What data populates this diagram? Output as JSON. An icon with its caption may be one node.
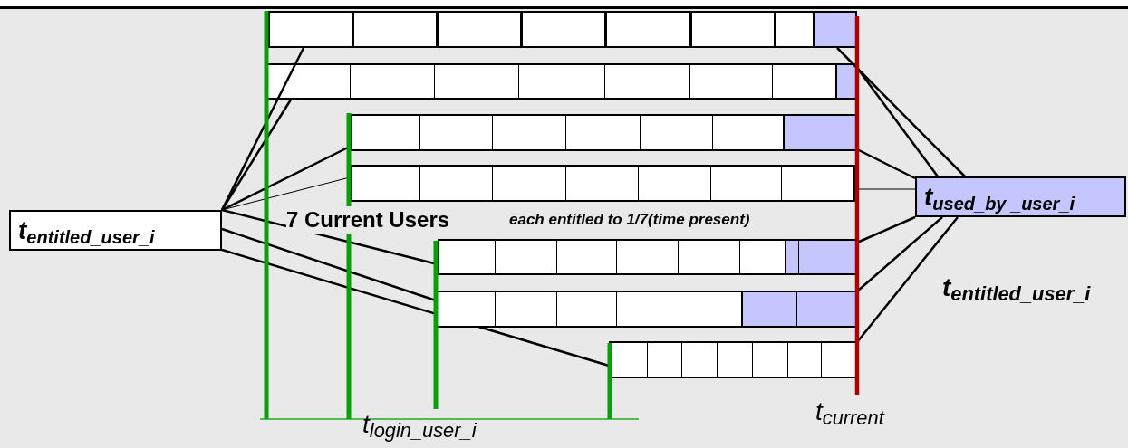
{
  "diagram": {
    "nodes": [
      {
        "text": [
          "t$_{entitled_user_i}$"
        ]
      },
      {
        "text": [
          "t$_{used_by _user_i}$"
        ]
      },
      {
        "text": [],
        "shape": "bar"
      },
      {
        "text": [],
        "shape": "bar"
      },
      {
        "text": [],
        "shape": "bar"
      },
      {
        "text": [],
        "shape": "bar"
      },
      {
        "text": [],
        "shape": "bar"
      },
      {
        "text": [],
        "shape": "bar"
      },
      {
        "text": [],
        "shape": "bar"
      },
      {
        "text": [],
        "shape": "bar",
        "in": 2
      },
      {
        "text": [],
        "shape": "bar",
        "in": 3
      },
      {
        "text": [],
        "shape": "bar",
        "in": 4
      },
      {
        "text": [],
        "shape": "bar",
        "in": 6
      },
      {
        "text": [],
        "shape": "bar",
        "in": 7
      }
    ],
    "edges": [
      {
        "from": 0,
        "to": 2,
        "arrow": "none"
      },
      {
        "from": 0,
        "to": 3,
        "arrow": "none"
      },
      {
        "from": 0,
        "to": 4,
        "arrow": "none"
      },
      {
        "from": 0,
        "to": 5,
        "arrow": "none"
      },
      {
        "from": 0,
        "to": 6,
        "arrow": "none"
      },
      {
        "from": 0,
        "to": 7,
        "arrow": "none"
      },
      {
        "from": 0,
        "to": 8,
        "arrow": "none"
      },
      {
        "from": 1,
        "to": 9,
        "arrow": "none"
      },
      {
        "from": 1,
        "to": 10,
        "arrow": "none"
      },
      {
        "from": 1,
        "to": 11,
        "arrow": "none"
      },
      {
        "from": 1,
        "to": 5,
        "arrow": "none"
      },
      {
        "from": 1,
        "to": 12,
        "arrow": "none"
      },
      {
        "from": 1,
        "to": 13,
        "arrow": "none"
      },
      {
        "from": 1,
        "to": 8,
        "arrow": "none"
      }
    ],
    "labels": [
      "7 Current Users",
      "each entitled to 1/7(time present)",
      "t$_{entitled_user_i}$",
      "t$_{login_user_i}$",
      "t$_{current}$"
    ]
  }
}
